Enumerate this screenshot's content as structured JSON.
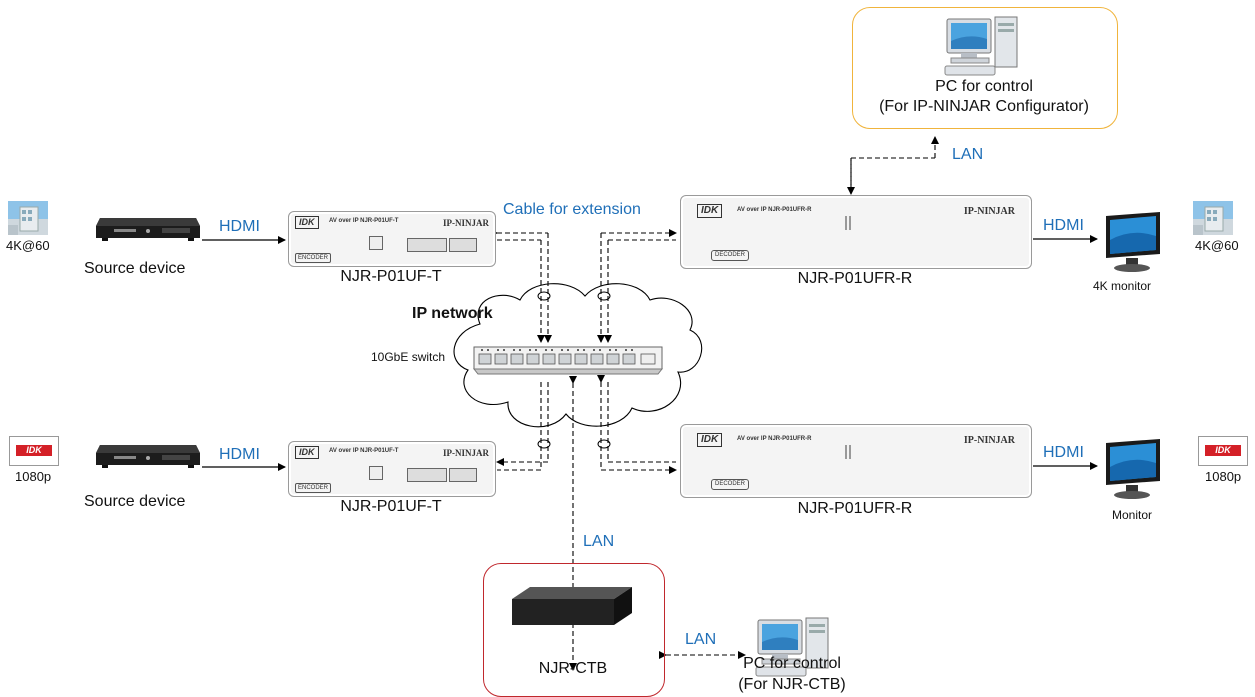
{
  "pc_top": {
    "title": "PC for control",
    "subtitle": "(For IP-NINJAR Configurator)"
  },
  "pc_bottom": {
    "title": "PC for control",
    "subtitle": "(For NJR-CTB)"
  },
  "links": {
    "lan_top": "LAN",
    "lan_center": "LAN",
    "lan_ctb": "LAN",
    "hdmi_in_top": "HDMI",
    "hdmi_in_bottom": "HDMI",
    "hdmi_out_top": "HDMI",
    "hdmi_out_bottom": "HDMI",
    "cable_for_extension": "Cable for extension"
  },
  "source_top": {
    "signal": "4K@60",
    "label": "Source device"
  },
  "source_bottom": {
    "signal": "1080p",
    "label": "Source device"
  },
  "encoder_top": {
    "model": "NJR-P01UF-T",
    "type_badge": "ENCODER",
    "panel_text": "AV over IP  NJR-P01UF-T",
    "brand": "IP-NINJAR"
  },
  "encoder_bottom": {
    "model": "NJR-P01UF-T",
    "type_badge": "ENCODER",
    "panel_text": "AV over IP  NJR-P01UF-T",
    "brand": "IP-NINJAR"
  },
  "decoder_top": {
    "model": "NJR-P01UFR-R",
    "type_badge": "DECODER",
    "panel_text": "AV over IP  NJR-P01UFR-R",
    "brand": "IP-NINJAR"
  },
  "decoder_bottom": {
    "model": "NJR-P01UFR-R",
    "type_badge": "DECODER",
    "panel_text": "AV over IP  NJR-P01UFR-R",
    "brand": "IP-NINJAR"
  },
  "network": {
    "title": "IP network",
    "switch_label": "10GbE switch"
  },
  "monitor_top": {
    "label": "4K monitor",
    "signal": "4K@60"
  },
  "monitor_bottom": {
    "label": "Monitor",
    "signal": "1080p"
  },
  "ctb": {
    "label": "NJR-CTB"
  },
  "brand_logo": "IDK",
  "colors": {
    "pc_box_border": "#f0b43c",
    "ctb_box_border": "#c0282d",
    "link_text": "#1f6fb8",
    "idk_red": "#d42027"
  }
}
